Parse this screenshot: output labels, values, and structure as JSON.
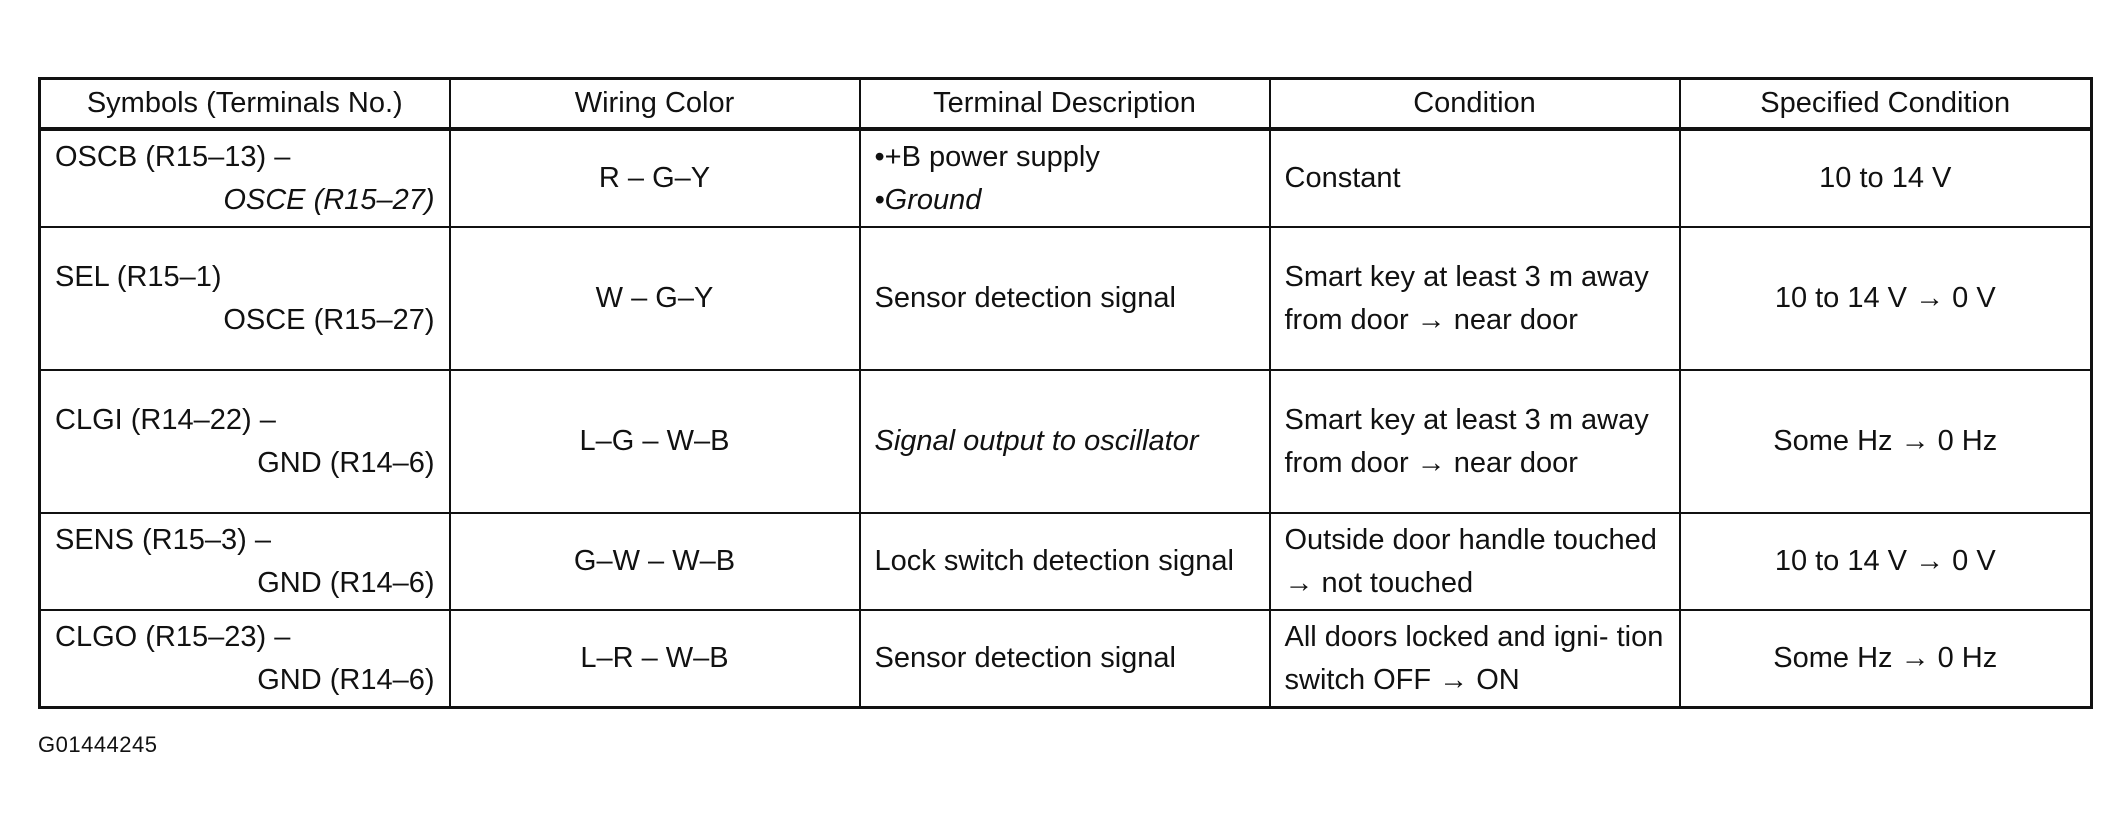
{
  "headers": [
    "Symbols (Terminals No.)",
    "Wiring Color",
    "Terminal Description",
    "Condition",
    "Specified Condition"
  ],
  "rows": [
    {
      "symbols": [
        "OSCB (R15–13) –",
        "OSCE (R15–27)"
      ],
      "wiring": "R – G–Y",
      "description": [
        "•+B  power supply",
        "•Ground"
      ],
      "condition": "Constant",
      "specified": "10 to 14 V"
    },
    {
      "symbols": [
        "SEL (R15–1)",
        "OSCE (R15–27)"
      ],
      "wiring": "W – G–Y",
      "description": [
        "Sensor detection signal"
      ],
      "condition": "Smart key at least 3 m away from door → near door",
      "specified": "10 to 14 V  → 0 V"
    },
    {
      "symbols": [
        "CLGI (R14–22) –",
        "GND (R14–6)"
      ],
      "wiring": "L–G – W–B",
      "description": [
        "Signal output to oscillator"
      ],
      "condition": "Smart key at least 3 m away from door → near door",
      "specified": "Some Hz → 0 Hz"
    },
    {
      "symbols": [
        "SENS (R15–3) –",
        "GND (R14–6)"
      ],
      "wiring": "G–W – W–B",
      "description": [
        "Lock switch detection signal"
      ],
      "condition": "Outside door handle touched → not touched",
      "specified": "10 to 14 V → 0 V"
    },
    {
      "symbols": [
        "CLGO (R15–23) –",
        "GND (R14–6)"
      ],
      "wiring": "L–R – W–B",
      "description": [
        "Sensor detection signal"
      ],
      "condition": "All doors locked and igni- tion switch OFF → ON",
      "specified": "Some Hz → 0 Hz"
    }
  ],
  "figure_id": "G01444245"
}
